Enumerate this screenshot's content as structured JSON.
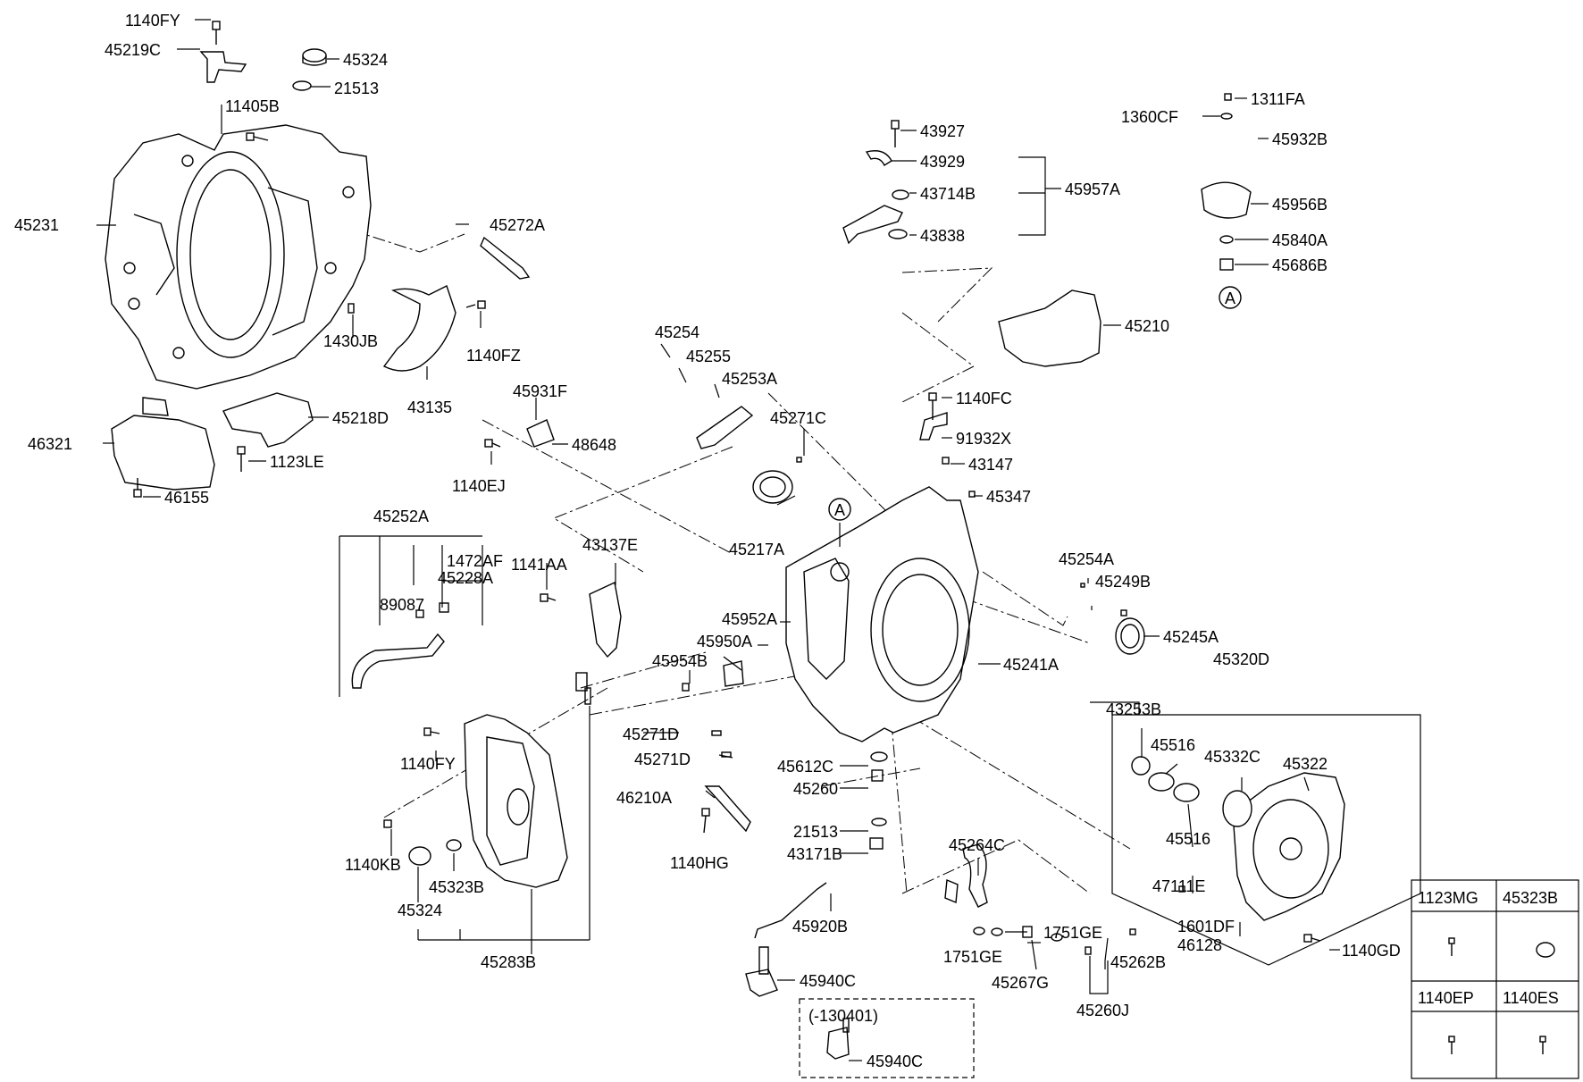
{
  "labels": {
    "l1140FY_a": "1140FY",
    "l45219C": "45219C",
    "l45324_a": "45324",
    "l21513_a": "21513",
    "l11405B": "11405B",
    "l45231": "45231",
    "l45272A": "45272A",
    "l1430JB": "1430JB",
    "l1140FZ": "1140FZ",
    "l43135": "43135",
    "l45218D": "45218D",
    "l46321": "46321",
    "l1123LE": "1123LE",
    "l46155": "46155",
    "l43927": "43927",
    "l43929": "43929",
    "l43714B": "43714B",
    "l45957A": "45957A",
    "l43838": "43838",
    "l1311FA": "1311FA",
    "l1360CF": "1360CF",
    "l45932B": "45932B",
    "l45956B": "45956B",
    "l45840A": "45840A",
    "l45686B": "45686B",
    "lA_top": "A",
    "l45210": "45210",
    "l45254": "45254",
    "l45255": "45255",
    "l45253A": "45253A",
    "l45931F": "45931F",
    "l48648": "48648",
    "l1140EJ": "1140EJ",
    "l45271C": "45271C",
    "l1140FC": "1140FC",
    "l91932X": "91932X",
    "l43147": "43147",
    "l45347": "45347",
    "l45217A": "45217A",
    "lA_mid": "A",
    "l45252A": "45252A",
    "l1472AF": "1472AF",
    "l45228A": "45228A",
    "l89087": "89087",
    "l1141AA": "1141AA",
    "l43137E": "43137E",
    "l45952A": "45952A",
    "l45950A": "45950A",
    "l45954B": "45954B",
    "l45254A": "45254A",
    "l45249B": "45249B",
    "l45245A": "45245A",
    "l45241A": "45241A",
    "l45320D": "45320D",
    "l43253B": "43253B",
    "l45516_a": "45516",
    "l45332C": "45332C",
    "l45322": "45322",
    "l45516_b": "45516",
    "l47111E": "47111E",
    "l1601DF": "1601DF",
    "l46128": "46128",
    "l1140GD": "1140GD",
    "l45271D_a": "45271D",
    "l45271D_b": "45271D",
    "l46210A": "46210A",
    "l1140HG": "1140HG",
    "l45612C": "45612C",
    "l45260": "45260",
    "l21513_b": "21513",
    "l43171B": "43171B",
    "l45264C": "45264C",
    "l1751GE_a": "1751GE",
    "l1751GE_b": "1751GE",
    "l45267G": "45267G",
    "l45262B": "45262B",
    "l45260J": "45260J",
    "l45920B": "45920B",
    "l45940C_a": "45940C",
    "l1130401": "(-130401)",
    "l45940C_b": "45940C",
    "l1140FY_b": "1140FY",
    "l1140KB": "1140KB",
    "l45323B": "45323B",
    "l45324_b": "45324",
    "l45283B": "45283B"
  },
  "legend": {
    "cells": [
      "1123MG",
      "45323B",
      "1140EP",
      "1140ES"
    ]
  }
}
